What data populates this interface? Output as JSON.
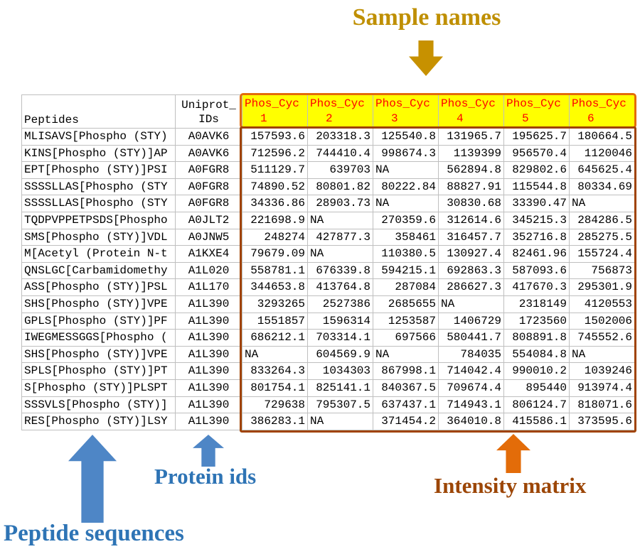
{
  "annotations": {
    "sample_names": "Sample names",
    "peptide_sequences": "Peptide sequences",
    "protein_ids": "Protein ids",
    "intensity_matrix": "Intensity matrix"
  },
  "colors": {
    "sample_label": "#bf8f00",
    "sample_arrow": "#c79100",
    "header_fill": "#ffff00",
    "header_text": "#ff0000",
    "header_outline": "#e36c09",
    "matrix_outline": "#a04300",
    "blue_label": "#2e74b5",
    "blue_arrow": "#4e86c6",
    "orange_arrow": "#e36c09",
    "intensity_label": "#9c4606",
    "gridline": "#bfbfbf"
  },
  "table": {
    "col_peptides": "Peptides",
    "col_uniprot_line1": "Uniprot_",
    "col_uniprot_line2": "IDs",
    "sample_headers": [
      {
        "line1": "Phos_Cyc",
        "line2": "1"
      },
      {
        "line1": "Phos_Cyc",
        "line2": "2"
      },
      {
        "line1": "Phos_Cyc",
        "line2": "3"
      },
      {
        "line1": "Phos_Cyc",
        "line2": "4"
      },
      {
        "line1": "Phos_Cyc",
        "line2": "5"
      },
      {
        "line1": "Phos_Cyc",
        "line2": "6"
      }
    ],
    "rows": [
      {
        "peptide": "MLISAVS[Phospho (STY)",
        "uniprot": "A0AVK6",
        "values": [
          "157593.6",
          "203318.3",
          "125540.8",
          "131965.7",
          "195625.7",
          "180664.5"
        ]
      },
      {
        "peptide": "KINS[Phospho (STY)]AP",
        "uniprot": "A0AVK6",
        "values": [
          "712596.2",
          "744410.4",
          "998674.3",
          "1139399",
          "956570.4",
          "1120046"
        ]
      },
      {
        "peptide": "EPT[Phospho (STY)]PSI",
        "uniprot": "A0FGR8",
        "values": [
          "511129.7",
          "639703",
          "NA",
          "562894.8",
          "829802.6",
          "645625.4"
        ]
      },
      {
        "peptide": "SSSSLLAS[Phospho (STY",
        "uniprot": "A0FGR8",
        "values": [
          "74890.52",
          "80801.82",
          "80222.84",
          "88827.91",
          "115544.8",
          "80334.69"
        ]
      },
      {
        "peptide": "SSSSLLAS[Phospho (STY",
        "uniprot": "A0FGR8",
        "values": [
          "34336.86",
          "28903.73",
          "NA",
          "30830.68",
          "33390.47",
          "NA"
        ]
      },
      {
        "peptide": "TQDPVPPETPSDS[Phospho",
        "uniprot": "A0JLT2",
        "values": [
          "221698.9",
          "NA",
          "270359.6",
          "312614.6",
          "345215.3",
          "284286.5"
        ]
      },
      {
        "peptide": "SMS[Phospho (STY)]VDL",
        "uniprot": "A0JNW5",
        "values": [
          "248274",
          "427877.3",
          "358461",
          "316457.7",
          "352716.8",
          "285275.5"
        ]
      },
      {
        "peptide": "M[Acetyl (Protein N-t",
        "uniprot": "A1KXE4",
        "values": [
          "79679.09",
          "NA",
          "110380.5",
          "130927.4",
          "82461.96",
          "155724.4"
        ]
      },
      {
        "peptide": "QNSLGC[Carbamidomethy",
        "uniprot": "A1L020",
        "values": [
          "558781.1",
          "676339.8",
          "594215.1",
          "692863.3",
          "587093.6",
          "756873"
        ]
      },
      {
        "peptide": "ASS[Phospho (STY)]PSL",
        "uniprot": "A1L170",
        "values": [
          "344653.8",
          "413764.8",
          "287084",
          "286627.3",
          "417670.3",
          "295301.9"
        ]
      },
      {
        "peptide": "SHS[Phospho (STY)]VPE",
        "uniprot": "A1L390",
        "values": [
          "3293265",
          "2527386",
          "2685655",
          "NA",
          "2318149",
          "4120553"
        ]
      },
      {
        "peptide": "GPLS[Phospho (STY)]PF",
        "uniprot": "A1L390",
        "values": [
          "1551857",
          "1596314",
          "1253587",
          "1406729",
          "1723560",
          "1502006"
        ]
      },
      {
        "peptide": "IWEGMESSGGS[Phospho (",
        "uniprot": "A1L390",
        "values": [
          "686212.1",
          "703314.1",
          "697566",
          "580441.7",
          "808891.8",
          "745552.6"
        ]
      },
      {
        "peptide": "SHS[Phospho (STY)]VPE",
        "uniprot": "A1L390",
        "values": [
          "NA",
          "604569.9",
          "NA",
          "784035",
          "554084.8",
          "NA"
        ]
      },
      {
        "peptide": "SPLS[Phospho (STY)]PT",
        "uniprot": "A1L390",
        "values": [
          "833264.3",
          "1034303",
          "867998.1",
          "714042.4",
          "990010.2",
          "1039246"
        ]
      },
      {
        "peptide": "S[Phospho (STY)]PLSPT",
        "uniprot": "A1L390",
        "values": [
          "801754.1",
          "825141.1",
          "840367.5",
          "709674.4",
          "895440",
          "913974.4"
        ]
      },
      {
        "peptide": "SSSVLS[Phospho (STY)]",
        "uniprot": "A1L390",
        "values": [
          "729638",
          "795307.5",
          "637437.1",
          "714943.1",
          "806124.7",
          "818071.6"
        ]
      },
      {
        "peptide": "RES[Phospho (STY)]LSY",
        "uniprot": "A1L390",
        "values": [
          "386283.1",
          "NA",
          "371454.2",
          "364010.8",
          "415586.1",
          "373595.6"
        ]
      }
    ]
  }
}
